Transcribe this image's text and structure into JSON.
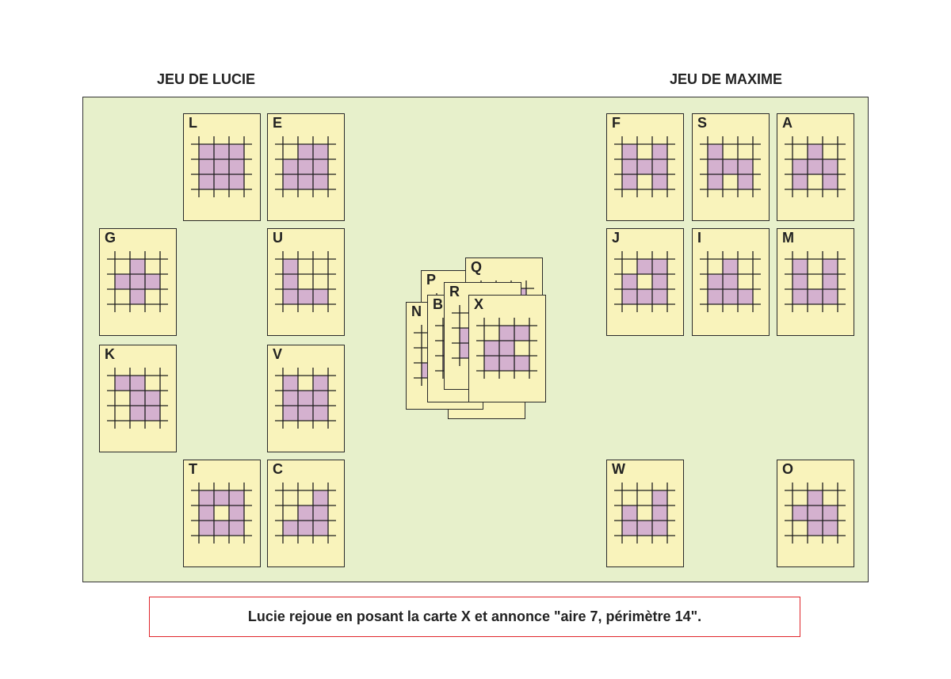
{
  "titles": {
    "left": "JEU DE LUCIE",
    "right": "JEU DE MAXIME"
  },
  "colors": {
    "board": "#e7f0cb",
    "card": "#f9f3bb",
    "shade": "#d4b1cf",
    "message_border": "#e0262b"
  },
  "lucie_cards": [
    {
      "letter": "L",
      "pattern": [
        "111",
        "111",
        "111"
      ]
    },
    {
      "letter": "E",
      "pattern": [
        "011",
        "111",
        "111"
      ]
    },
    {
      "letter": "G",
      "pattern": [
        "010",
        "111",
        "010"
      ]
    },
    {
      "letter": "U",
      "pattern": [
        "100",
        "100",
        "111"
      ]
    },
    {
      "letter": "K",
      "pattern": [
        "110",
        "011",
        "011"
      ]
    },
    {
      "letter": "V",
      "pattern": [
        "101",
        "111",
        "111"
      ]
    },
    {
      "letter": "T",
      "pattern": [
        "111",
        "101",
        "111"
      ]
    },
    {
      "letter": "C",
      "pattern": [
        "001",
        "011",
        "111"
      ]
    }
  ],
  "maxime_cards": [
    {
      "letter": "F",
      "pattern": [
        "101",
        "111",
        "101"
      ]
    },
    {
      "letter": "S",
      "pattern": [
        "100",
        "111",
        "101"
      ]
    },
    {
      "letter": "A",
      "pattern": [
        "010",
        "111",
        "101"
      ]
    },
    {
      "letter": "J",
      "pattern": [
        "011",
        "101",
        "111"
      ]
    },
    {
      "letter": "I",
      "pattern": [
        "010",
        "110",
        "111"
      ]
    },
    {
      "letter": "M",
      "pattern": [
        "101",
        "101",
        "111"
      ]
    },
    {
      "letter": "W",
      "pattern": [
        "001",
        "101",
        "111"
      ]
    },
    {
      "letter": "O",
      "pattern": [
        "010",
        "111",
        "011"
      ]
    }
  ],
  "pile_cards": [
    {
      "letter": "P",
      "pattern": [
        "000",
        "000",
        "000"
      ]
    },
    {
      "letter": "Q",
      "pattern": [
        "001",
        "001",
        "000"
      ]
    },
    {
      "letter": "",
      "pattern": [
        "000",
        "000",
        "000"
      ]
    },
    {
      "letter": "N",
      "pattern": [
        "000",
        "000",
        "100"
      ]
    },
    {
      "letter": "B",
      "pattern": [
        "000",
        "100",
        "100"
      ]
    },
    {
      "letter": "R",
      "pattern": [
        "000",
        "100",
        "100"
      ]
    },
    {
      "letter": "X",
      "pattern": [
        "011",
        "110",
        "111"
      ]
    }
  ],
  "message": "Lucie rejoue en posant la carte X et annonce \"aire 7, périmètre 14\"."
}
